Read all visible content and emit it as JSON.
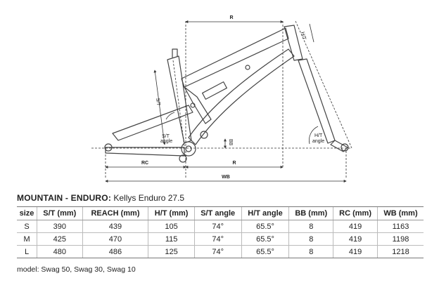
{
  "diagram": {
    "labels": {
      "r_top": "R",
      "ht": "H/T",
      "st": "S/T",
      "st_angle_1": "S/T",
      "st_angle_2": "angle",
      "ht_angle_1": "H/T",
      "ht_angle_2": "angle",
      "bb": "BB",
      "rc": "RC",
      "r_bottom": "R",
      "wb": "WB"
    }
  },
  "title": {
    "category": "MOUNTAIN - ENDURO:",
    "model": "Kellys Enduro 27.5"
  },
  "table": {
    "headers": [
      "size",
      "S/T (mm)",
      "REACH (mm)",
      "H/T (mm)",
      "S/T angle",
      "H/T angle",
      "BB (mm)",
      "RC (mm)",
      "WB (mm)"
    ],
    "rows": [
      [
        "S",
        "390",
        "439",
        "105",
        "74°",
        "65.5°",
        "8",
        "419",
        "1163"
      ],
      [
        "M",
        "425",
        "470",
        "115",
        "74°",
        "65.5°",
        "8",
        "419",
        "1198"
      ],
      [
        "L",
        "480",
        "486",
        "125",
        "74°",
        "65.5°",
        "8",
        "419",
        "1218"
      ]
    ]
  },
  "footer": {
    "models": "model: Swag 50, Swag 30, Swag 10"
  }
}
